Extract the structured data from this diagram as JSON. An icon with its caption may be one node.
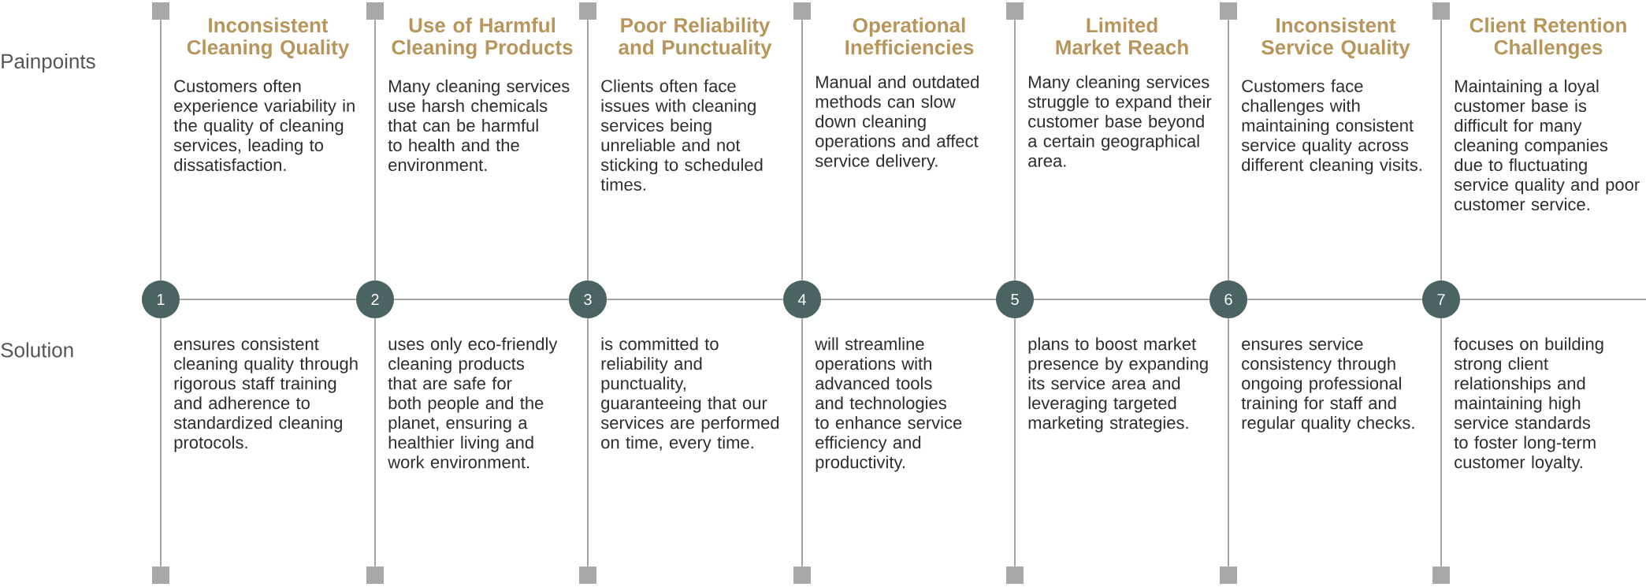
{
  "diagram": {
    "nodes": [
      {
        "text": [],
        "shape": "box"
      },
      {
        "text": [],
        "shape": "box"
      },
      {
        "text": [],
        "shape": "box"
      },
      {
        "text": [],
        "shape": "box"
      },
      {
        "text": [],
        "shape": "box"
      },
      {
        "text": [],
        "shape": "box"
      },
      {
        "text": [],
        "shape": "box"
      },
      {
        "text": [
          "1"
        ]
      },
      {
        "text": [
          "2"
        ]
      },
      {
        "text": [
          "3"
        ]
      },
      {
        "text": [
          "4"
        ]
      },
      {
        "text": [
          "5"
        ]
      },
      {
        "text": [
          "6"
        ]
      },
      {
        "text": [
          "7"
        ]
      },
      {
        "text": [],
        "shape": "box"
      },
      {
        "text": [],
        "shape": "box"
      },
      {
        "text": [],
        "shape": "box"
      },
      {
        "text": [],
        "shape": "box"
      },
      {
        "text": [],
        "shape": "box"
      },
      {
        "text": [],
        "shape": "box"
      },
      {
        "text": [],
        "shape": "box"
      }
    ],
    "edges": [
      {
        "from": 0,
        "to": 7,
        "arrow": "none"
      },
      {
        "from": 1,
        "to": 8,
        "arrow": "none"
      },
      {
        "from": 2,
        "to": 9,
        "arrow": "none"
      },
      {
        "from": 3,
        "to": 10,
        "arrow": "none"
      },
      {
        "from": 4,
        "to": 11,
        "arrow": "none"
      },
      {
        "from": 5,
        "to": 12,
        "arrow": "none"
      },
      {
        "from": 6,
        "to": 13,
        "arrow": "none"
      },
      {
        "from": 7,
        "to": 14,
        "arrow": "none"
      },
      {
        "from": 8,
        "to": 15,
        "arrow": "none"
      },
      {
        "from": 9,
        "to": 16,
        "arrow": "none"
      },
      {
        "from": 10,
        "to": 17,
        "arrow": "none"
      },
      {
        "from": 11,
        "to": 18,
        "arrow": "none"
      },
      {
        "from": 12,
        "to": 19,
        "arrow": "none"
      },
      {
        "from": 13,
        "to": 20,
        "arrow": "none"
      },
      {
        "from": 7,
        "to": 8,
        "arrow": "none"
      },
      {
        "from": 8,
        "to": 9,
        "arrow": "none"
      },
      {
        "from": 9,
        "to": 10,
        "arrow": "none"
      },
      {
        "from": 10,
        "to": 11,
        "arrow": "none"
      },
      {
        "from": 11,
        "to": 12,
        "arrow": "none"
      },
      {
        "from": 12,
        "to": 13,
        "arrow": "none"
      },
      {
        "from": 13,
        "to": null,
        "arrow": "none"
      }
    ],
    "labels": [
      "Painpoints",
      "Inconsistent Cleaning Quality",
      "Use of Harmful Cleaning Products",
      "Poor Reliability and Punctuality",
      "Operational Inefficiencies",
      "Limited Market Reach",
      "Inconsistent Service Quality",
      "Client Retention Challenges",
      "Customers often experience variability in the quality of cleaning services, leading to dissatisfaction.",
      "Many cleaning services use harsh chemicals that can be harmful to health and the environment.",
      "Clients often face issues with cleaning services being unreliable and not sticking to scheduled times.",
      "Manual and outdated methods can slow down cleaning operations and affect service delivery.",
      "Many cleaning services struggle to expand their customer base beyond a certain geographical area.",
      "Customers face challenges with maintaining consistent service quality across different cleaning visits.",
      "Maintaining a loyal customer base is difficult for many cleaning companies due to fluctuating service quality and poor customer service.",
      "Solution",
      "ensures consistent cleaning quality through rigorous staff training and adherence to standardized cleaning protocols.",
      "uses only eco-friendly cleaning products that are safe for both people and the planet, ensuring a healthier living and work environment.",
      "is committed to reliability and punctuality, guaranteeing that our services are performed on time, every time.",
      "will streamline operations with advanced tools and technologies to enhance service efficiency and productivity.",
      "plans to boost market presence by expanding its service area and leveraging targeted marketing strategies.",
      "ensures service consistency through ongoing professional training for staff and regular quality checks.",
      "focuses on building strong client relationships and maintaining high service standards to foster long-term customer loyalty."
    ]
  }
}
